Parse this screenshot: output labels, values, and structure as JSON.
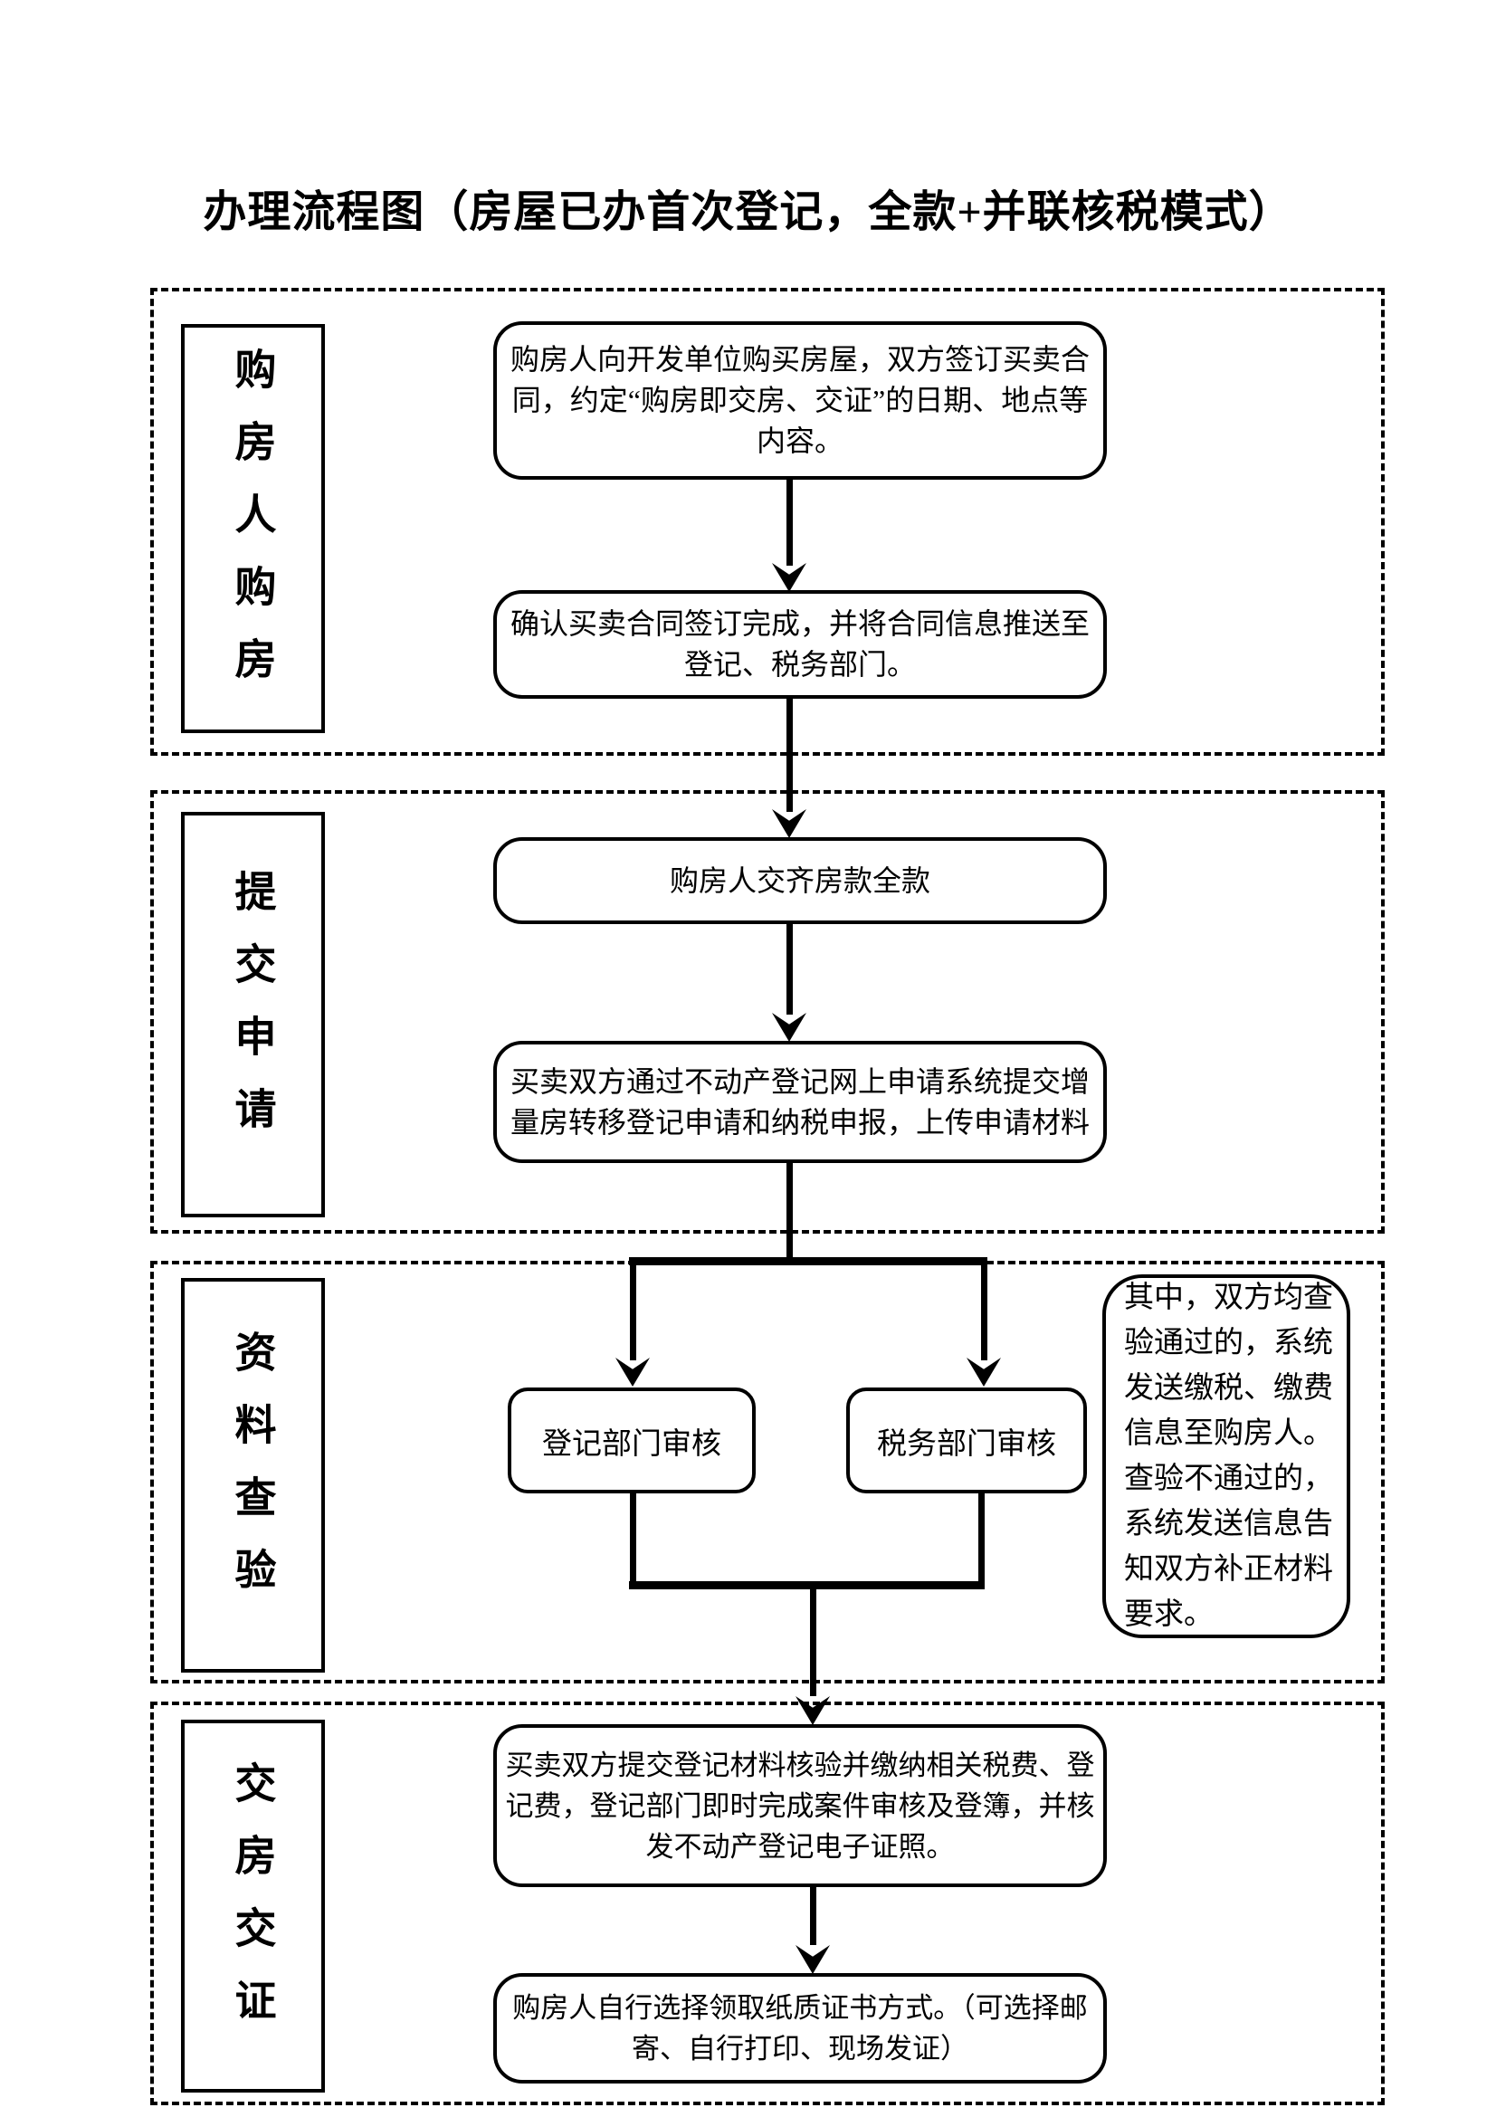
{
  "title": "办理流程图（房屋已办首次登记，全款+并联核税模式）",
  "stages": [
    {
      "label": "购房人购房"
    },
    {
      "label": "提交申请"
    },
    {
      "label": "资料查验"
    },
    {
      "label": "交房交证"
    }
  ],
  "steps": {
    "sign_contract": "购房人向开发单位购买房屋，双方签订买卖合同，约定“购房即交房、交证”的日期、地点等内容。",
    "confirm_push": "确认买卖合同签订完成，并将合同信息推送至登记、税务部门。",
    "pay_full": "购房人交齐房款全款",
    "online_submit": "买卖双方通过不动产登记网上申请系统提交增量房转移登记申请和纳税申报，上传申请材料",
    "registration_review": "登记部门审核",
    "tax_review": "税务部门审核",
    "review_note": "其中，双方均查验通过的，系统发送缴税、缴费信息至购房人。查验不通过的，系统发送信息告知双方补正材料要求。",
    "verify_pay_issue": "买卖双方提交登记材料核验并缴纳相关税费、登记费，登记部门即时完成案件审核及登簿，并核发不动产登记电子证照。",
    "paper_cert_choice": "购房人自行选择领取纸质证书方式。（可选择邮寄、自行打印、现场发证）"
  },
  "colors": {
    "ink": "#000000",
    "paper": "#ffffff"
  }
}
